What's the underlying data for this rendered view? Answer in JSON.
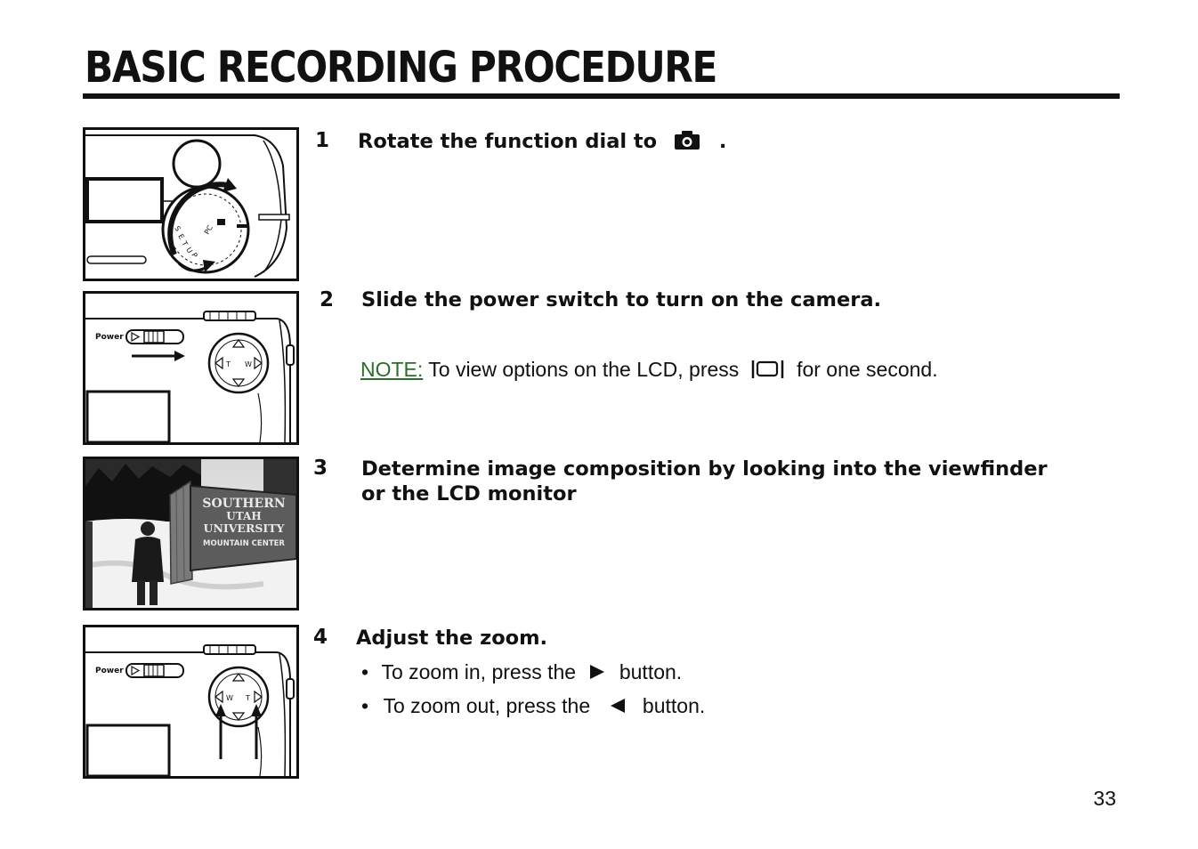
{
  "title": "BASIC RECORDING PROCEDURE",
  "steps": [
    {
      "number": "1",
      "text": "Rotate the function dial to",
      "after_icon": ".",
      "icon": "camera-icon"
    },
    {
      "number": "2",
      "text": "Slide the power switch to turn on the camera."
    },
    {
      "number": "3",
      "line1": "Determine image composition by looking into the viewfinder",
      "line2": "or the LCD monitor"
    },
    {
      "number": "4",
      "text": "Adjust the zoom."
    }
  ],
  "note": {
    "label": "NOTE:",
    "text_before": "To view options on the LCD, press",
    "text_after": "for one second.",
    "icon": "display-button-icon"
  },
  "zoom": {
    "in_before": "To zoom in, press the",
    "in_after": "button.",
    "out_before": "To zoom out, press the",
    "out_after": "button.",
    "bullet": "•"
  },
  "figures": {
    "dial_labels": [
      "S",
      "E",
      "T",
      "U",
      "P"
    ],
    "dial_pc": "PC",
    "power_label": "Power",
    "pad_tw": [
      "T",
      "W"
    ],
    "pad_wt": [
      "W",
      "T"
    ],
    "sign_lines": [
      "SOUTHERN",
      "UTAH",
      "UNIVERSITY",
      "MOUNTAIN CENTER"
    ]
  },
  "page_number": "33"
}
